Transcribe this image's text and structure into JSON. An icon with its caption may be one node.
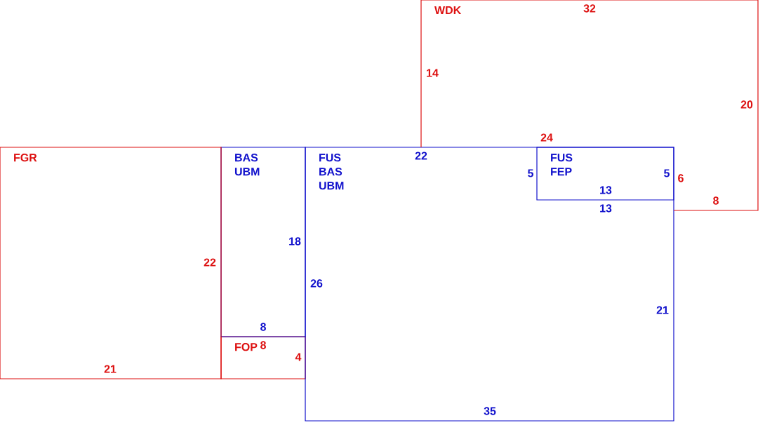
{
  "diagram": {
    "nodes": [
      {
        "text": [
          "WDK"
        ]
      },
      {
        "text": [
          "FGR"
        ]
      },
      {
        "text": [
          "BAS UBM"
        ]
      },
      {
        "text": [
          "FUS BAS UBM"
        ]
      },
      {
        "text": [
          "FUS FEP"
        ]
      },
      {
        "text": [
          "FOP"
        ]
      }
    ],
    "labels": [
      "32",
      "14",
      "20",
      "24",
      "22",
      "5",
      "5",
      "6",
      "13",
      "8",
      "13",
      "18",
      "22",
      "26",
      "21",
      "8",
      "8",
      "4",
      "21",
      "35"
    ]
  }
}
